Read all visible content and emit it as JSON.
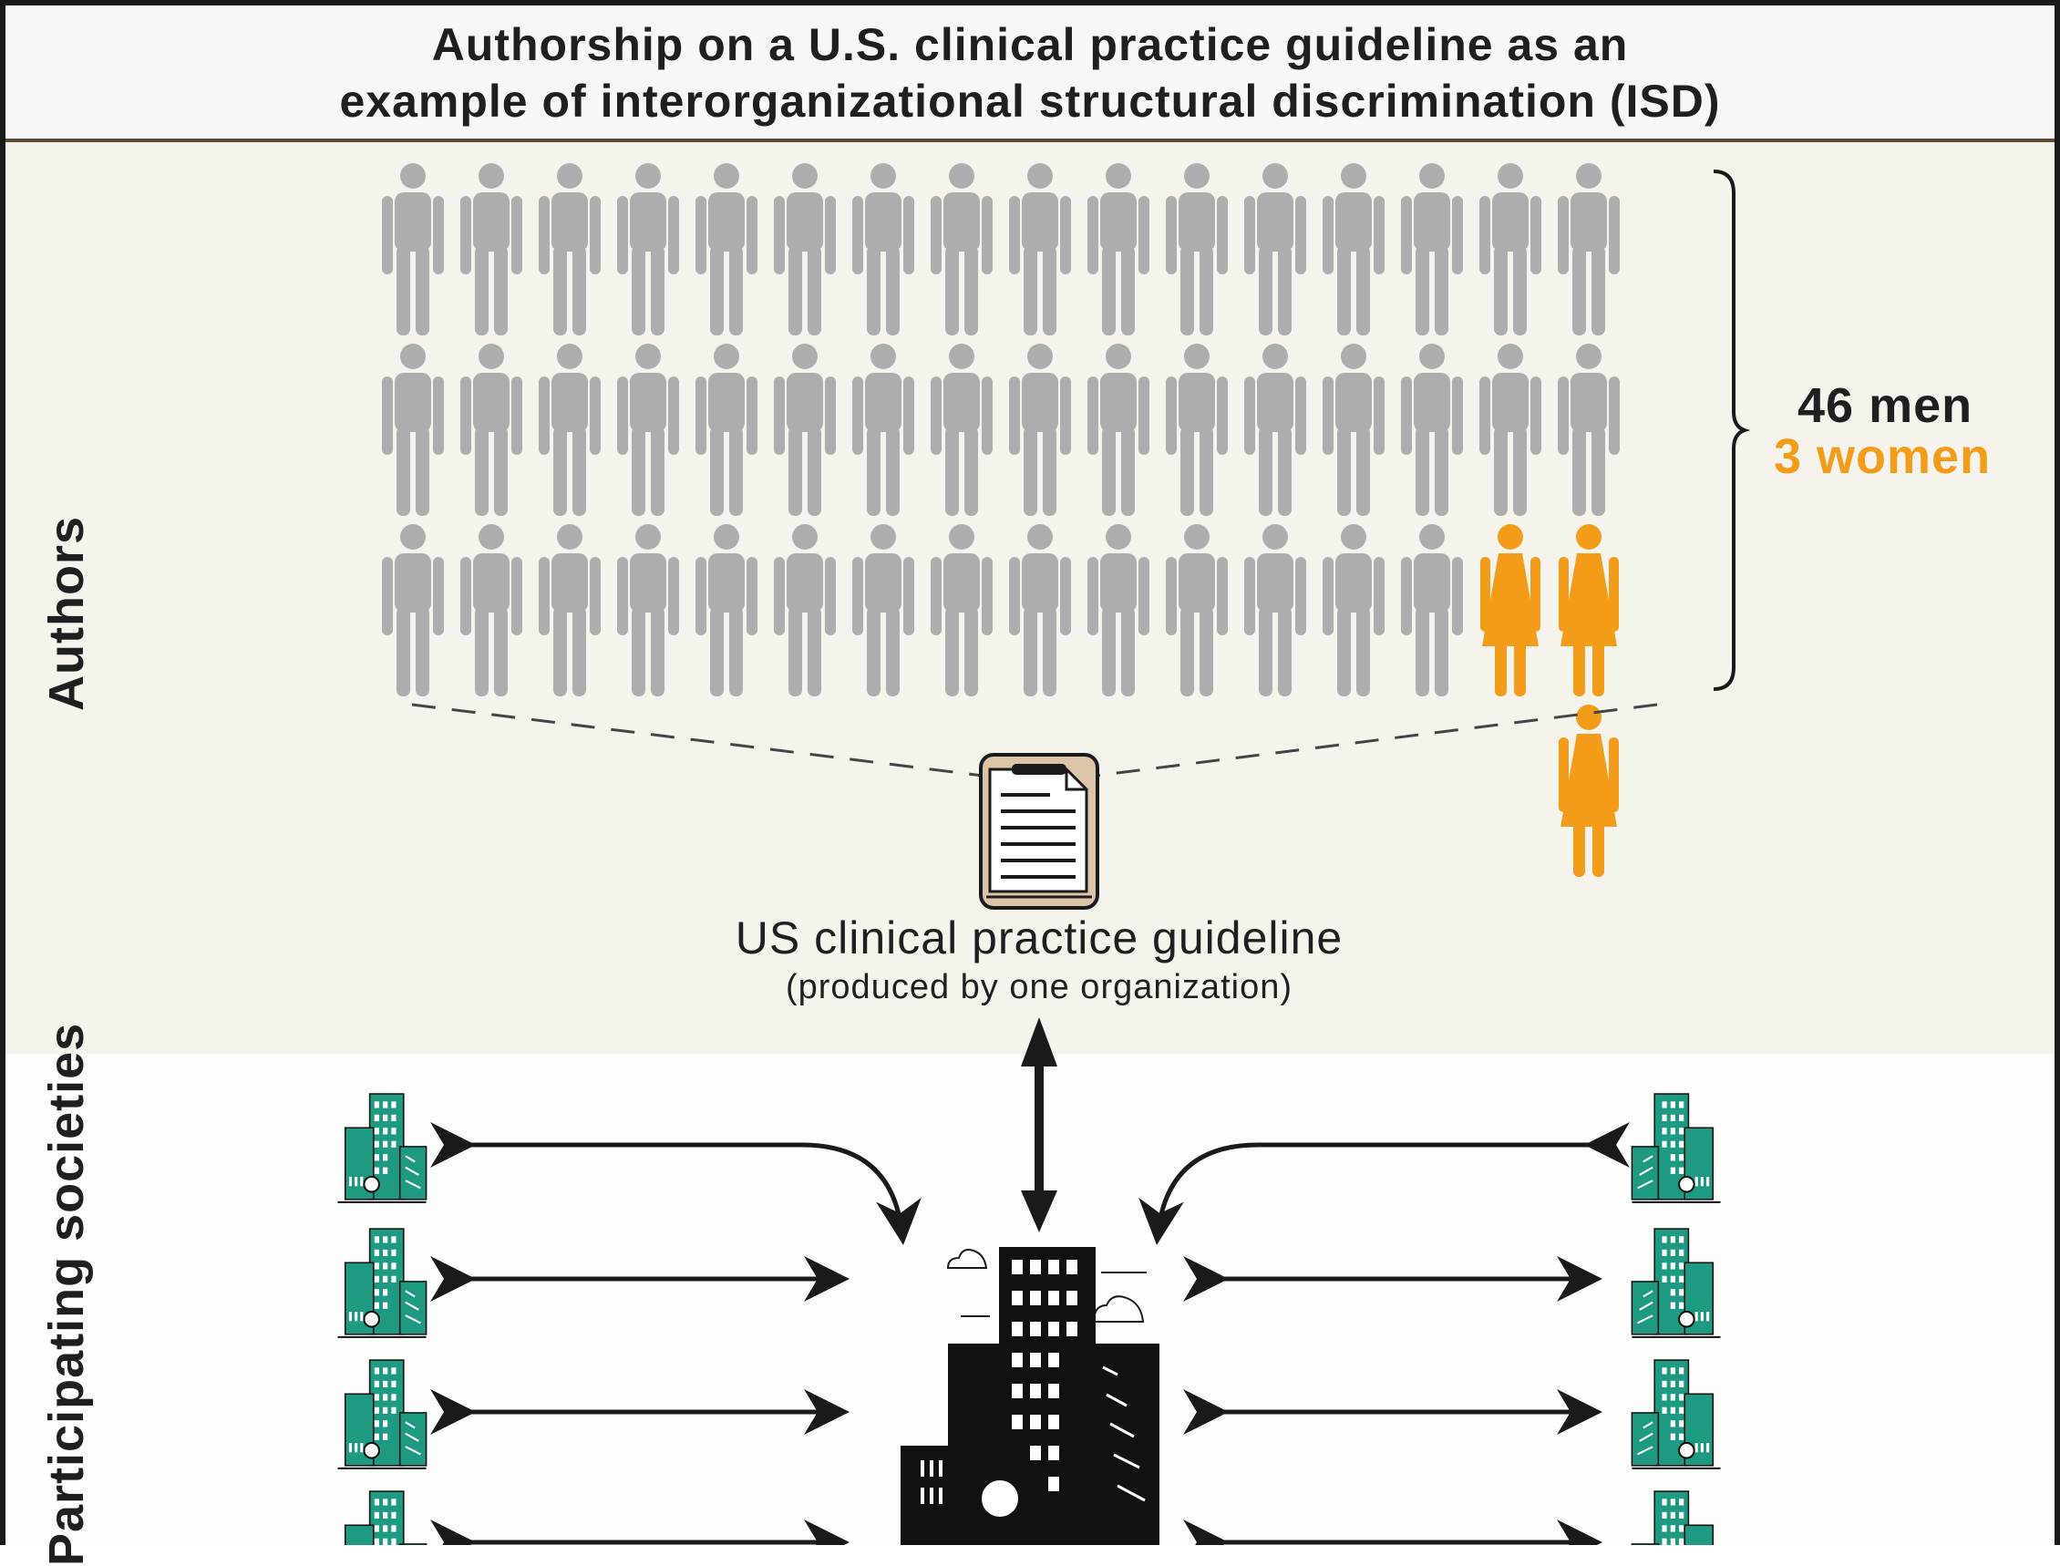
{
  "title": {
    "line1": "Authorship on a U.S. clinical practice guideline as an",
    "line2": "example of interorganizational structural discrimination (ISD)"
  },
  "authors": {
    "side_label": "Authors",
    "men_count_label": "46 men",
    "women_count_label": "3 women",
    "men_total": 46,
    "women_total": 3
  },
  "guideline": {
    "label": "US clinical practice guideline",
    "sublabel": "(produced by one organization)"
  },
  "societies": {
    "side_label": "Participating societies"
  },
  "colors": {
    "man_icon": "#aeadae",
    "woman_icon": "#f39c1a",
    "society_building": "#1e9a82",
    "central_building": "#111111",
    "authors_background": "#f6f3ed"
  },
  "icons": {
    "man": "man-icon",
    "woman": "woman-icon",
    "guideline": "clipboard-document-icon",
    "society": "teal-building-icon",
    "central_org": "black-office-building-icon"
  }
}
